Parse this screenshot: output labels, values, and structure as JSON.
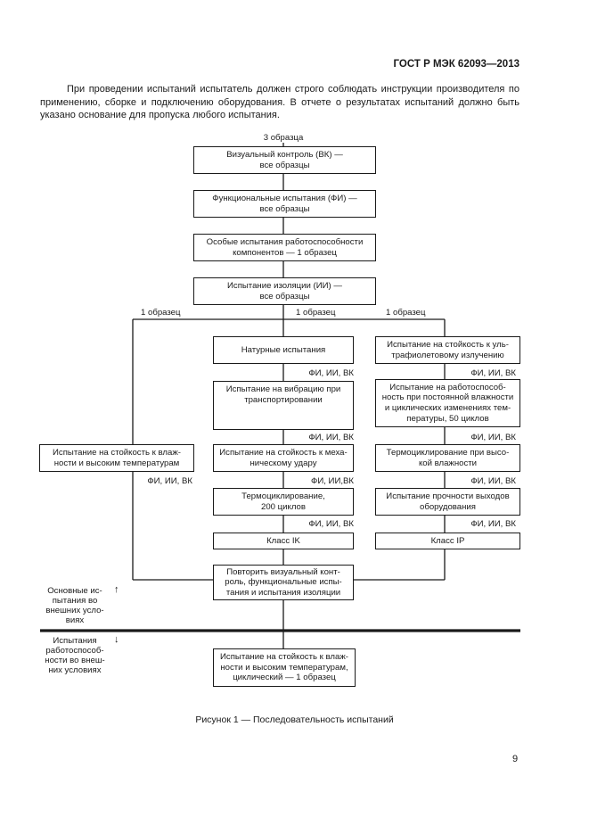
{
  "header": {
    "standard": "ГОСТ Р МЭК 62093—2013"
  },
  "intro_text": "При проведении испытаний испытатель должен строго соблюдать инструкции производителя по применению, сборке и подключению оборудования. В отчете о результатах испытаний должно быть указано основание для пропуска любого испытания.",
  "flowchart": {
    "samples_top": "3 образца",
    "box_visual": "Визуальный контроль (ВК) —\nвсе образцы",
    "box_functional": "Функциональные испытания (ФИ) —\nвсе образцы",
    "box_special": "Особые испытания работоспособности\nкомпонентов — 1 образец",
    "box_insulation": "Испытание изоляции (ИИ) —\nвсе образцы",
    "branch_labels": [
      "1 образец",
      "1 образец",
      "1 образец"
    ],
    "left_box": "Испытание на стойкость к влаж-\nности и высоким температурам",
    "left_after": "ФИ, ИИ, ВК",
    "middle": {
      "b1": "Натурные испытания",
      "a1": "ФИ, ИИ, ВК",
      "b2": "Испытание на вибрацию при\nтранспортировании",
      "a2": "ФИ, ИИ, ВК",
      "b3": "Испытание на стойкость к меха-\nническому удару",
      "a3": "ФИ, ИИ,ВК",
      "b4": "Термоциклирование,\n200 циклов",
      "a4": "ФИ, ИИ, ВК",
      "b5": "Класс IK"
    },
    "right": {
      "b1": "Испытание на стойкость к уль-\nтрафиолетовому излучению",
      "a1": "ФИ, ИИ, ВК",
      "b2": "Испытание на работоспособ-\nность при постоянной влажности\nи циклических изменениях тем-\nпературы, 50 циклов",
      "a2": "ФИ, ИИ, ВК",
      "b3": "Термоциклирование при высо-\nкой влажности",
      "a3": "ФИ, ИИ, ВК",
      "b4": "Испытание прочности выходов\nоборудования",
      "a4": "ФИ, ИИ, ВК",
      "b5": "Класс IP"
    },
    "repeat_box": "Повторить визуальный конт-\nроль, функциональные испы-\nтания и испытания изоляции",
    "side_top": "Основные ис-\nпытания во\nвнешних усло-\nвиях",
    "side_bottom": "Испытания\nработоспособ-\nности во внеш-\nних условиях",
    "arrow_up": "↑",
    "arrow_down": "↓",
    "final_box": "Испытание на стойкость к влаж-\nности и высоким температурам,\nциклический — 1 образец"
  },
  "caption": "Рисунок 1 — Последовательность испытаний",
  "page_number": "9"
}
